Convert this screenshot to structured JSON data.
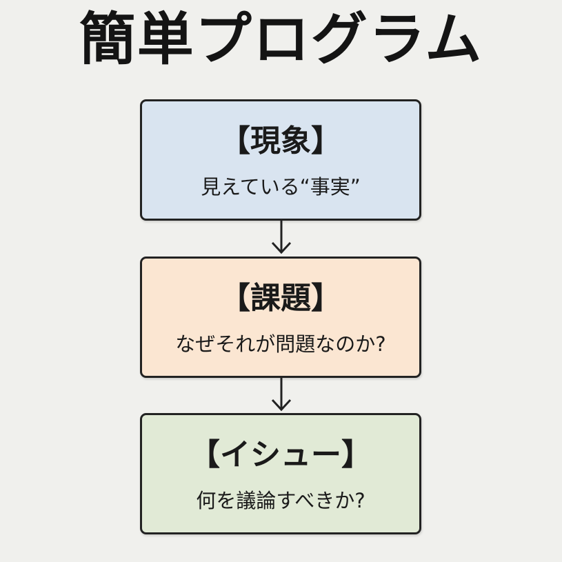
{
  "title": "簡単プログラム",
  "boxes": [
    {
      "heading": "【現象】",
      "subtitle": "見えている“事実”",
      "color": "#d9e4f0"
    },
    {
      "heading": "【課題】",
      "subtitle": "なぜそれが問題なのか?",
      "color": "#fbe6d2"
    },
    {
      "heading": "【イシュー】",
      "subtitle": "何を議論すべきか?",
      "color": "#e1ead6"
    }
  ],
  "arrows": [
    {
      "from": 0,
      "to": 1,
      "icon": "arrow-down-icon"
    },
    {
      "from": 1,
      "to": 2,
      "icon": "arrow-down-icon"
    }
  ]
}
